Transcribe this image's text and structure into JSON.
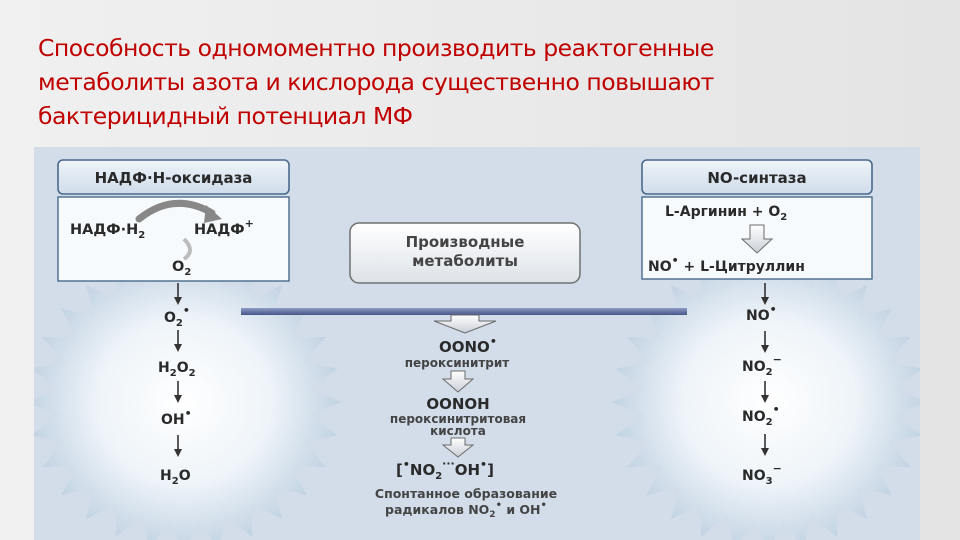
{
  "title": {
    "lines": [
      "Способность одномоментно производить реактогенные",
      "метаболиты азота и кислорода существенно повышают",
      "бактерицидный потенциал МФ"
    ]
  },
  "colors": {
    "title": "#c00000",
    "panel_background": "#d3dde9",
    "header_box_fill": "#dfeaf3",
    "header_box_border": "#4a6a8c",
    "center_bar": "#5a6b9e"
  },
  "left": {
    "header": "НАДФ·Н-оксидаза",
    "reaction": {
      "left": "НАДФ·Н",
      "left_sub": "2",
      "right": "НАДФ",
      "right_sup": "+",
      "bottom": "O",
      "bottom_sub": "2"
    },
    "chain": [
      {
        "main": "O",
        "sub": "2",
        "sup": "•"
      },
      {
        "main": "H",
        "sub": "2",
        "main2": "O",
        "sub2": "2"
      },
      {
        "main": "OH",
        "sup": "•"
      },
      {
        "main": "H",
        "sub": "2",
        "main2": "O"
      }
    ]
  },
  "right": {
    "header": "NO-синтаза",
    "line1": {
      "text": "L-Аргинин + O",
      "sub": "2"
    },
    "line2": {
      "text": "NO",
      "sup": "•",
      "text2": " + L-Цитруллин"
    },
    "chain": [
      {
        "main": "NO",
        "sup": "•"
      },
      {
        "main": "NO",
        "sub": "2",
        "sup": "−"
      },
      {
        "main": "NO",
        "sub": "2",
        "sup": "•"
      },
      {
        "main": "NO",
        "sub": "3",
        "sup": "−"
      }
    ]
  },
  "center": {
    "box_line1": "Производные",
    "box_line2": "метаболиты",
    "oono": {
      "main": "OONO",
      "sup": "•"
    },
    "oono_label": "пероксинитрит",
    "oonoh": "OONOH",
    "oonoh_label_1": "пероксинитритовая",
    "oonoh_label_2": "кислота",
    "complex": {
      "open": "[",
      "dot1": "•",
      "main1": "NO",
      "sub1": "2",
      "dots": "···",
      "main2": "OH",
      "dot2": "•",
      "close": "]"
    },
    "bottom_line1": "Спонтанное образование",
    "bottom_line2": {
      "text": "радикалов NO",
      "sub": "2",
      "sup": "•",
      "mid": " и OH",
      "sup2": "•"
    }
  }
}
